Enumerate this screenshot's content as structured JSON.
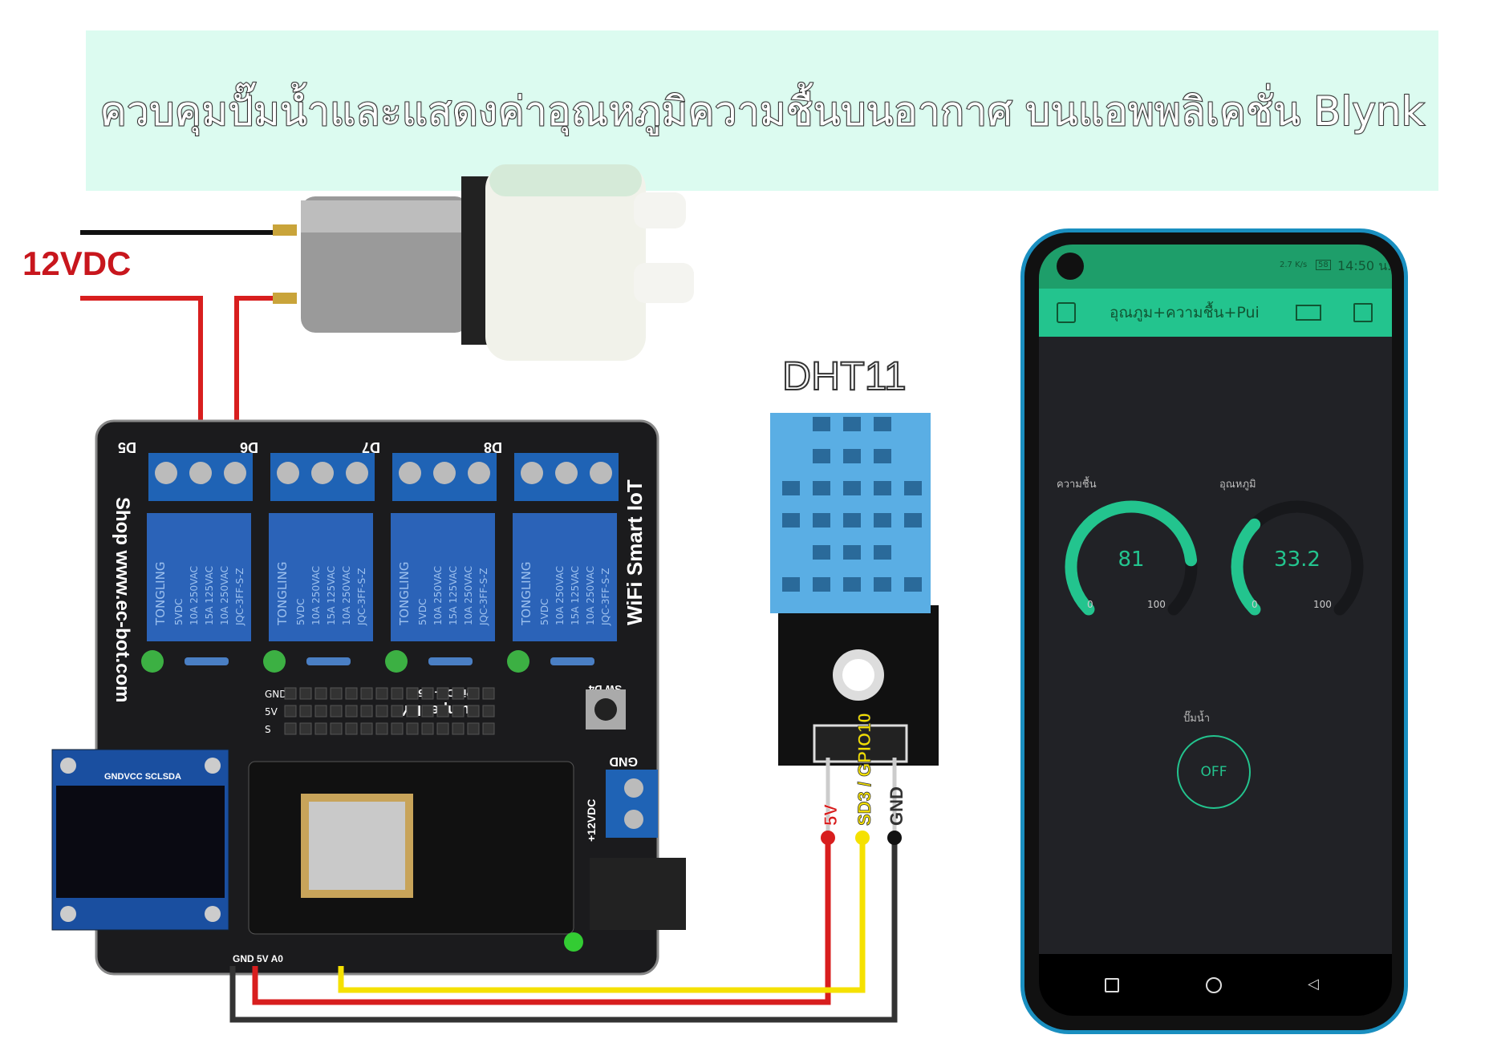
{
  "title": "ควบคุมปั๊มน้ำและแสดงค่าอุณหภูมิความชื้นบนอากาศ บนแอพพลิเคชั่น Blynk",
  "power_label": "12VDC",
  "sensor_label": "DHT11",
  "sensor_pins": [
    "5V",
    "SD3 / GPIO10",
    "GND"
  ],
  "board": {
    "relay_labels": [
      "D5",
      "D6",
      "D7",
      "D8"
    ],
    "relay_text": [
      "TONGLING",
      "5VDC",
      "10A 250VAC",
      "15A 125VAC",
      "10A 250VAC",
      "JQC-3FF-S-Z"
    ],
    "side_left": "Shop www.ec-bot.com",
    "side_right": "WiFi Smart IoT",
    "header_rows": [
      "GND",
      "5V",
      "S"
    ],
    "jumper_label": "Jumper RY",
    "jumper_sub": "Pin D8 - D5",
    "sw_label": "SW D4",
    "terminal_label": "GND",
    "terminal_sub": "+12VDC",
    "oled_pins": "GNDVCC SCLSDA",
    "bottom_pins": "GND 5V A0"
  },
  "phone": {
    "status_time": "14:50 น.",
    "status_net": "2.7 K/s",
    "battery": "58",
    "app_title": "อุณภูม+ความชื้น+Pui",
    "gauges": [
      {
        "label": "ความชื้น",
        "value": "81",
        "min": "0",
        "max": "100",
        "level": 81
      },
      {
        "label": "อุณหภูมิ",
        "value": "33.2",
        "min": "0",
        "max": "100",
        "level": 33.2
      }
    ],
    "pump_label": "ปั๊มน้ำ",
    "pump_button": "OFF",
    "accent": "#23c48e"
  },
  "wire_colors": {
    "power": "#d81e1e",
    "ground": "#222222",
    "signal": "#f5e100"
  }
}
